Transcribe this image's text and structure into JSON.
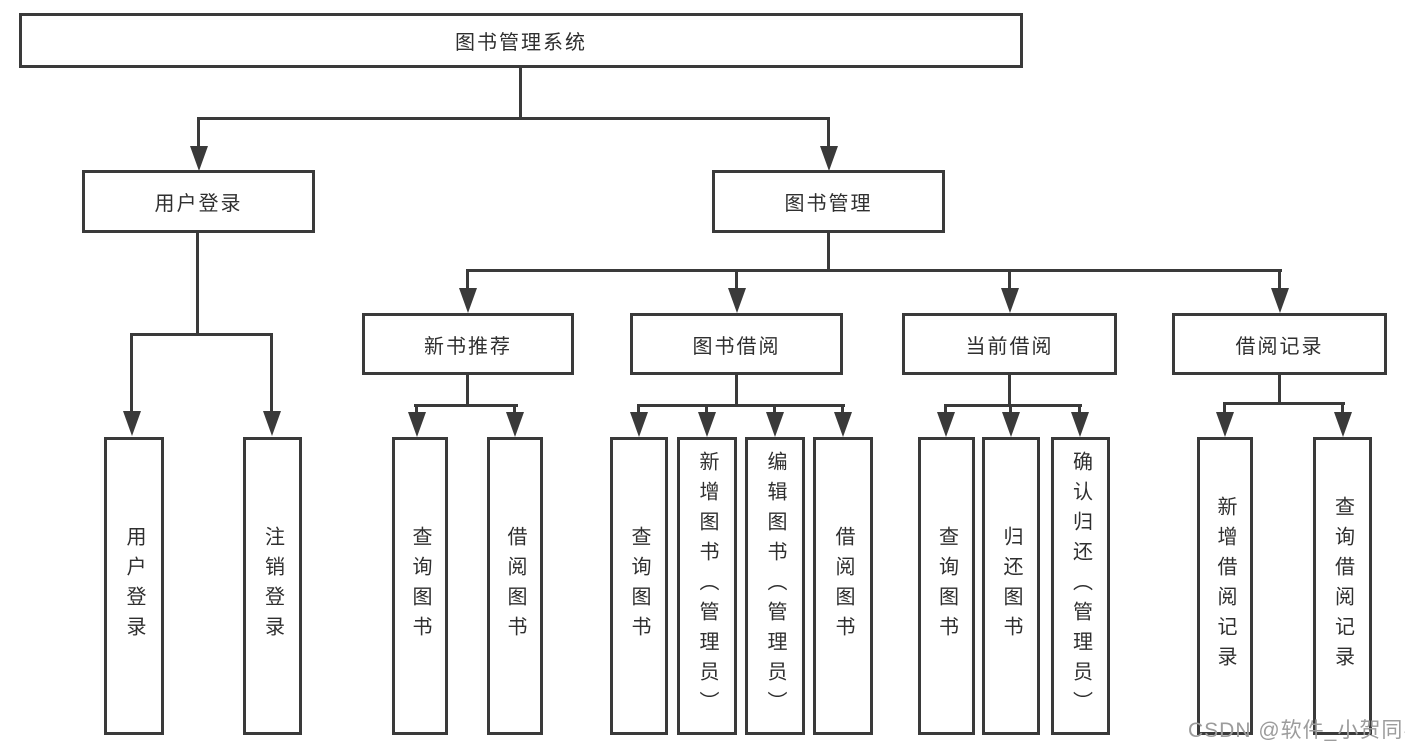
{
  "colors": {
    "line": "#3a3a3a",
    "text": "#2f2f2f",
    "box_background": "#ffffff",
    "page_background": "#ffffff",
    "watermark": "#9c9c9c"
  },
  "watermark": {
    "text": "CSDN @软件_小贺同学"
  },
  "tree": {
    "root": {
      "label": "图书管理系统"
    },
    "branches": [
      {
        "label": "用户登录",
        "children": [
          {
            "label": "用户登录"
          },
          {
            "label": "注销登录"
          }
        ]
      },
      {
        "label": "图书管理",
        "children": [
          {
            "label": "新书推荐",
            "children": [
              {
                "label": "查询图书"
              },
              {
                "label": "借阅图书"
              }
            ]
          },
          {
            "label": "图书借阅",
            "children": [
              {
                "label": "查询图书"
              },
              {
                "label": "新增图书（管理员）"
              },
              {
                "label": "编辑图书（管理员）"
              },
              {
                "label": "借阅图书"
              }
            ]
          },
          {
            "label": "当前借阅",
            "children": [
              {
                "label": "查询图书"
              },
              {
                "label": "归还图书"
              },
              {
                "label": "确认归还（管理员）"
              }
            ]
          },
          {
            "label": "借阅记录",
            "children": [
              {
                "label": "新增借阅记录"
              },
              {
                "label": "查询借阅记录"
              }
            ]
          }
        ]
      }
    ]
  }
}
